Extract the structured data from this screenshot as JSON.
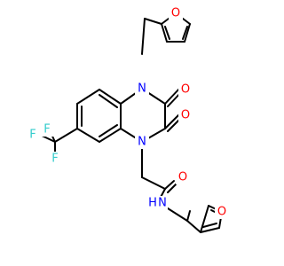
{
  "colors": {
    "bond": "#000000",
    "O": "#ff0000",
    "N": "#0000ff",
    "F": "#33cccc",
    "H": "#0000ff"
  },
  "atoms": {
    "o_furan1": "O",
    "n4": "N",
    "o_c3": "O",
    "o_c2": "O",
    "n1": "N",
    "f1": "F",
    "f2": "F",
    "f3": "F",
    "o_amide": "O",
    "nh_n": "N",
    "nh_h": "H",
    "o_furan2": "O"
  }
}
